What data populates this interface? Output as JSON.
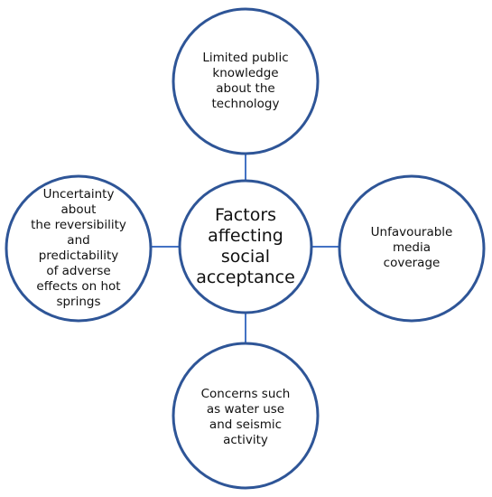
{
  "diagram": {
    "colors": {
      "circle_stroke": "#2E5597",
      "connector": "#4472C4",
      "text": "#111111",
      "background": "#FFFFFF"
    },
    "center": {
      "label": "Factors\naffecting\nsocial\nacceptance"
    },
    "nodes": {
      "top": {
        "label": "Limited public\nknowledge\nabout the\ntechnology"
      },
      "right": {
        "label": "Unfavourable\nmedia\ncoverage"
      },
      "bottom": {
        "label": "Concerns such\nas water use\nand seismic\nactivity"
      },
      "left": {
        "label": "Uncertainty\nabout\nthe reversibility\nand\npredictability\nof adverse\neffects on hot\nsprings"
      }
    }
  }
}
